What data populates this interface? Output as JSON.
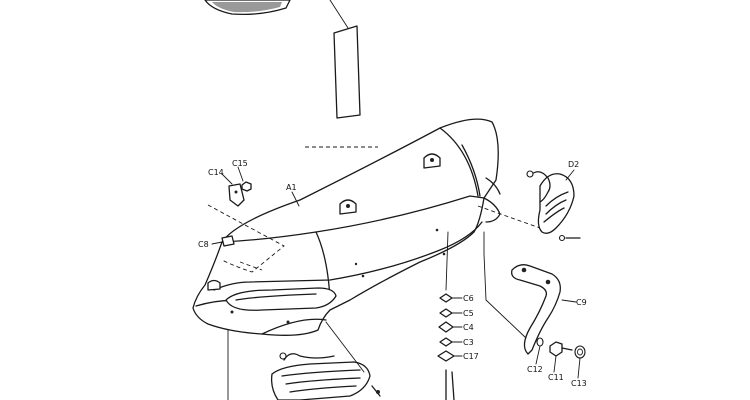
{
  "labels": {
    "A1": "A1",
    "C15": "C15",
    "C14": "C14",
    "C8": "C8",
    "D2": "D2",
    "C9": "C9",
    "C6": "C6",
    "C5": "C5",
    "C4": "C4",
    "C3": "C3",
    "C17": "C17",
    "C12": "C12",
    "C11": "C11",
    "C13": "C13"
  }
}
